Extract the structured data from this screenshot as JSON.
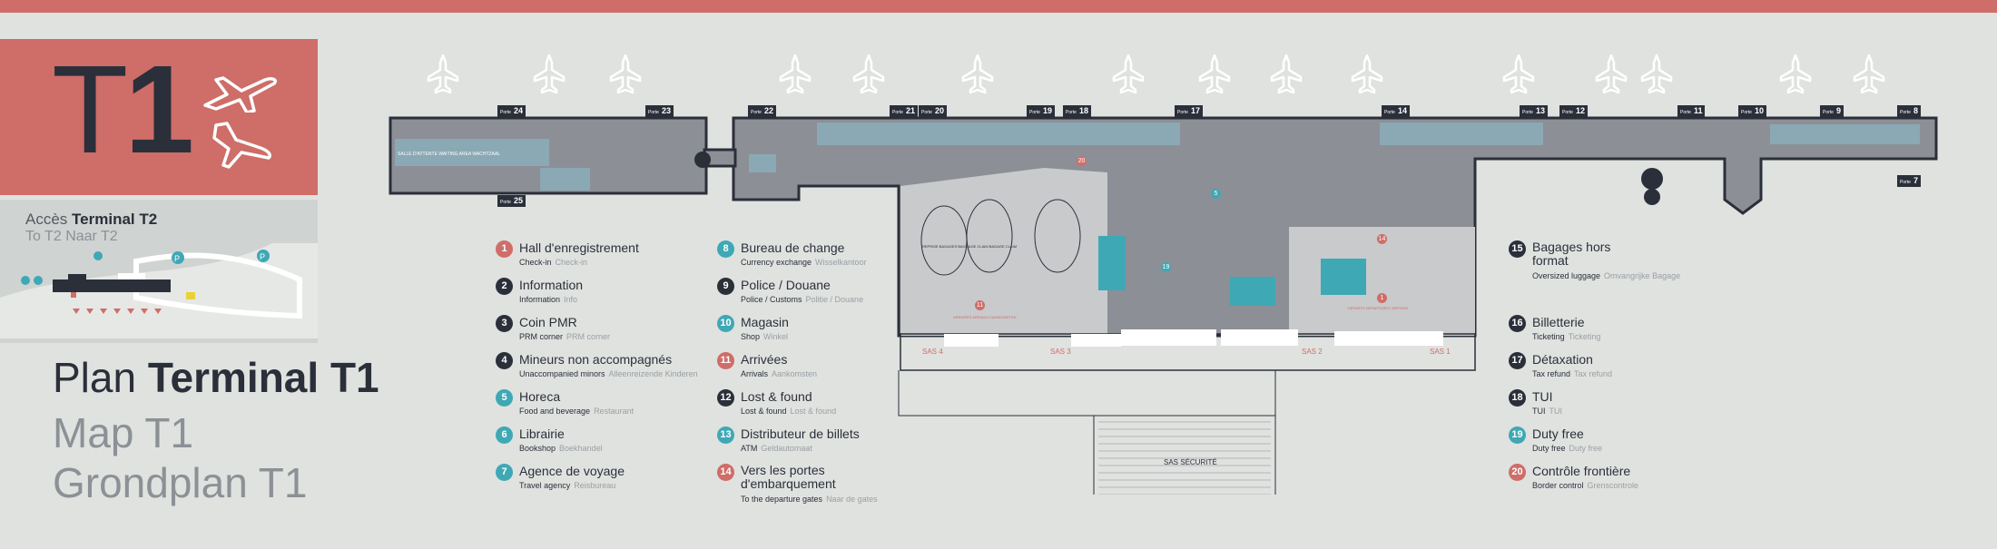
{
  "colors": {
    "brand_red": "#cf6d68",
    "dark": "#2b2f3a",
    "teal": "#3fa8b5",
    "building": "#8d8f96",
    "background": "#dfe2df"
  },
  "header": {
    "terminal_letter": "T",
    "terminal_number": "1"
  },
  "access_t2": {
    "prefix": "Accès",
    "title": "Terminal T2",
    "sub_en": "To T2",
    "sub_nl": "Naar T2",
    "parking_label": "P"
  },
  "plan": {
    "fr_prefix": "Plan",
    "fr_bold": "Terminal T1",
    "en": "Map T1",
    "nl": "Grondplan T1"
  },
  "legend": [
    {
      "n": "1",
      "color": "red",
      "label": "Hall d'enregistrement",
      "sub": "Check-in",
      "sub_nl": "Check-in",
      "icon": "checkin-icon"
    },
    {
      "n": "2",
      "color": "dark",
      "label": "Information",
      "sub": "Information",
      "sub_nl": "Info",
      "icon": "info-icon"
    },
    {
      "n": "3",
      "color": "dark",
      "label": "Coin PMR",
      "sub": "PRM corner",
      "sub_nl": "PRM corner",
      "icon": "wheelchair-icon"
    },
    {
      "n": "4",
      "color": "dark",
      "label": "Mineurs non accompagnés",
      "sub": "Unaccompanied minors",
      "sub_nl": "Alleenreizende Kinderen",
      "icon": "child-icon"
    },
    {
      "n": "5",
      "color": "teal",
      "label": "Horeca",
      "sub": "Food and beverage",
      "sub_nl": "Restaurant",
      "icon": "cutlery-icon"
    },
    {
      "n": "6",
      "color": "teal",
      "label": "Librairie",
      "sub": "Bookshop",
      "sub_nl": "Boekhandel",
      "icon": ""
    },
    {
      "n": "7",
      "color": "teal",
      "label": "Agence de voyage",
      "sub": "Travel agency",
      "sub_nl": "Reisbureau",
      "icon": ""
    },
    {
      "n": "8",
      "color": "teal",
      "label": "Bureau de change",
      "sub": "Currency exchange",
      "sub_nl": "Wisselkantoor",
      "icon": "exchange-icon"
    },
    {
      "n": "9",
      "color": "dark",
      "label": "Police / Douane",
      "sub": "Police / Customs",
      "sub_nl": "Politie / Douane",
      "icon": ""
    },
    {
      "n": "10",
      "color": "teal",
      "label": "Magasin",
      "sub": "Shop",
      "sub_nl": "Winkel",
      "icon": ""
    },
    {
      "n": "11",
      "color": "red",
      "label": "Arrivées",
      "sub": "Arrivals",
      "sub_nl": "Aankomsten",
      "icon": ""
    },
    {
      "n": "12",
      "color": "dark",
      "label": "Lost & found",
      "sub": "Lost & found",
      "sub_nl": "Lost & found",
      "icon": "suitcase-icon"
    },
    {
      "n": "13",
      "color": "teal",
      "label": "Distributeur de billets",
      "sub": "ATM",
      "sub_nl": "Geldautomaat",
      "icon": ""
    },
    {
      "n": "14",
      "color": "red",
      "label": "Vers les portes d'embarquement",
      "sub": "To the departure gates",
      "sub_nl": "Naar de gates",
      "icon": ""
    },
    {
      "n": "15",
      "color": "dark",
      "label": "Bagages hors format",
      "sub": "Oversized luggage",
      "sub_nl": "Omvangrijke Bagage",
      "icon": "luggage-icon"
    },
    {
      "n": "16",
      "color": "dark",
      "label": "Billetterie",
      "sub": "Ticketing",
      "sub_nl": "Ticketing",
      "icon": "ticket-icon"
    },
    {
      "n": "17",
      "color": "dark",
      "label": "Détaxation",
      "sub": "Tax refund",
      "sub_nl": "Tax refund",
      "icon": ""
    },
    {
      "n": "18",
      "color": "dark",
      "label": "TUI",
      "sub": "TUI",
      "sub_nl": "TUI",
      "icon": ""
    },
    {
      "n": "19",
      "color": "teal",
      "label": "Duty free",
      "sub": "Duty free",
      "sub_nl": "Duty free",
      "icon": "dutyfree-icon"
    },
    {
      "n": "20",
      "color": "red",
      "label": "Contrôle frontière",
      "sub": "Border control",
      "sub_nl": "Grenscontrole",
      "icon": ""
    }
  ],
  "gates": [
    {
      "prefix": "Porte",
      "n": "24"
    },
    {
      "prefix": "Porte",
      "n": "23"
    },
    {
      "prefix": "Porte",
      "n": "22"
    },
    {
      "prefix": "Porte",
      "n": "21"
    },
    {
      "prefix": "Porte",
      "n": "20"
    },
    {
      "prefix": "Porte",
      "n": "19"
    },
    {
      "prefix": "Porte",
      "n": "18"
    },
    {
      "prefix": "Porte",
      "n": "17"
    },
    {
      "prefix": "Porte",
      "n": "14"
    },
    {
      "prefix": "Porte",
      "n": "13"
    },
    {
      "prefix": "Porte",
      "n": "12"
    },
    {
      "prefix": "Porte",
      "n": "11"
    },
    {
      "prefix": "Porte",
      "n": "10"
    },
    {
      "prefix": "Porte",
      "n": "9"
    },
    {
      "prefix": "Porte",
      "n": "8"
    },
    {
      "prefix": "Porte",
      "n": "25"
    },
    {
      "prefix": "Porte",
      "n": "7"
    }
  ],
  "sas": [
    "SAS 4",
    "SAS 3",
    "SAS 2",
    "SAS 1"
  ],
  "map_labels": {
    "waiting": "SALLE D'ATTENTE  WAITING AREA  WACHTZAAL",
    "security": "SAS SÉCURITÉ",
    "arrivals": "ARRIVÉES  ARRIVALS  AANKOMSTEN",
    "departures": "DÉPARTS  DEPARTURES  VERTREK",
    "baggage": "REPRISE BAGAGES  BAGGAGE CLAIM  BAGAGE CLAIM"
  }
}
